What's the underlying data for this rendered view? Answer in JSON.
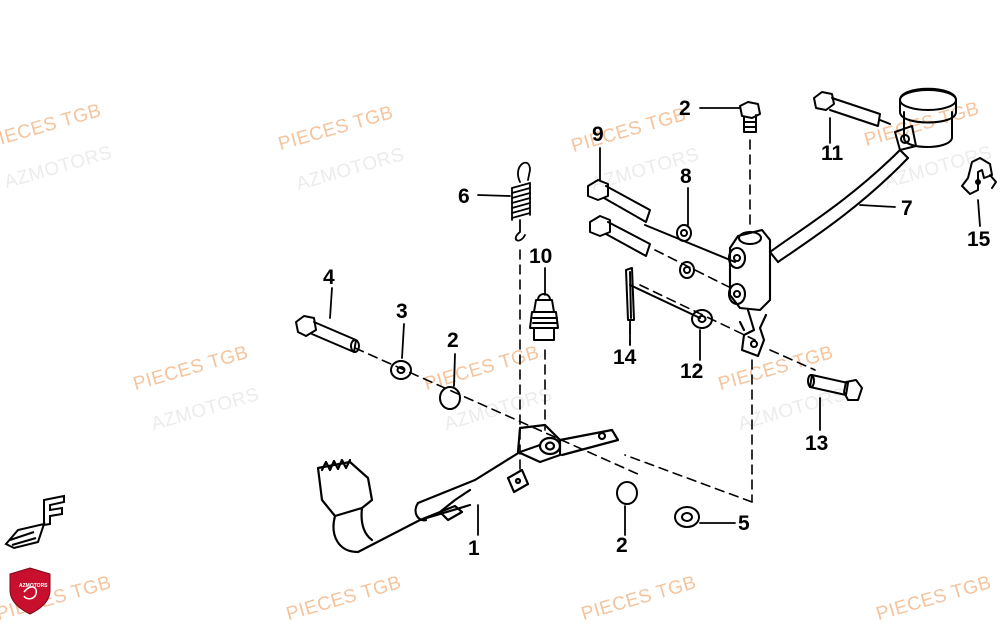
{
  "watermarks": {
    "pieces": "PIECES TGB",
    "azmotors": "AZMOTORS"
  },
  "callouts": [
    "1",
    "2",
    "3",
    "4",
    "5",
    "6",
    "7",
    "8",
    "9",
    "10",
    "11",
    "12",
    "13",
    "14",
    "15"
  ],
  "callout_second_2": "2",
  "callout_third_2": "2",
  "badge": {
    "logo_text": "AZMOTORS",
    "brand_color": "#c8102e"
  },
  "direction_mark": "F"
}
